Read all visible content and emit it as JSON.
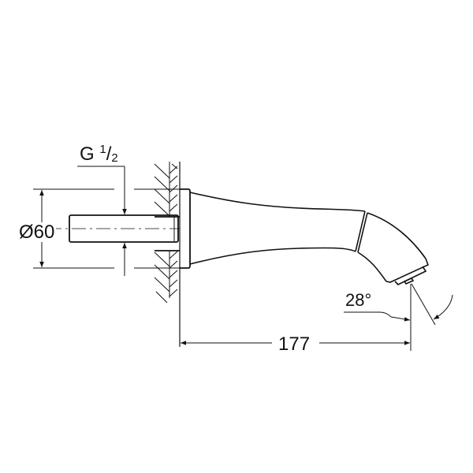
{
  "drawing": {
    "type": "technical dimension drawing",
    "subject": "wall-mounted bath spout, side view",
    "line_color": "#111111",
    "background": "#ffffff"
  },
  "dimensions": {
    "thread": {
      "prefix": "G ",
      "numerator": "1",
      "slash": "/",
      "denominator": "2"
    },
    "diameter": {
      "label": "Ø60"
    },
    "length": {
      "label": "177"
    },
    "angle": {
      "label": "28°"
    }
  }
}
